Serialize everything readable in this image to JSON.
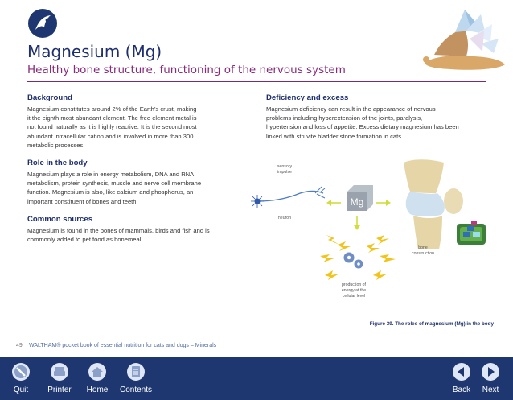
{
  "page": {
    "title": "Magnesium (Mg)",
    "subtitle": "Healthy bone structure, functioning of the nervous system"
  },
  "sections": {
    "background": {
      "heading": "Background",
      "lines": [
        "Magnesium constitutes around 2% of the Earth’s crust, making",
        "it the eighth most abundant element. The free element metal is",
        "not found naturally as it is highly reactive.  It is the second most",
        "abundant intracellular cation and is involved in more than 300",
        "metabolic processes."
      ]
    },
    "role": {
      "heading": "Role in the body",
      "lines": [
        "Magnesium plays a role in energy metabolism, DNA and RNA",
        "metabolism, protein synthesis, muscle and nerve cell membrane",
        "function.  Magnesium is also, like calcium and phosphorus, an",
        "important constituent of bones and teeth."
      ]
    },
    "sources": {
      "heading": "Common sources",
      "lines": [
        "Magnesium is found in the bones of mammals, birds and fish and is",
        "commonly added to pet food as bonemeal."
      ]
    },
    "deficiency": {
      "heading": "Deficiency and excess",
      "lines": [
        "Magnesium deficiency can result in the appearance of nervous",
        "problems including hyperextension of the joints, paralysis,",
        "hypertension and loss of appetite. Excess dietary magnesium has been",
        "linked with struvite bladder stone formation in cats."
      ]
    }
  },
  "diagram": {
    "element_symbol": "Mg",
    "labels": {
      "sensory_1": "sensory",
      "sensory_2": "impulse",
      "neuron": "neuron",
      "bone_1": "bone",
      "bone_2": "construction",
      "energy_1": "production of",
      "energy_2": "energy at the",
      "energy_3": "cellular level"
    },
    "colors": {
      "arrow": "#d2dc3c",
      "tile": "#9aa3ad",
      "bolt": "#f2c41b",
      "accent": "#7a2b72"
    }
  },
  "figure_caption": "Figure 39. The roles of magnesium (Mg) in the body",
  "footer": {
    "page_number": "49",
    "book_title": "WALTHAM® pocket book of essential nutrition for cats and dogs – Minerals"
  },
  "nav": {
    "quit": "Quit",
    "printer": "Printer",
    "home": "Home",
    "contents": "Contents",
    "back": "Back",
    "next": "Next"
  },
  "icons": {
    "quit": "no-entry-icon",
    "printer": "printer-icon",
    "home": "home-icon",
    "contents": "contents-icon",
    "back": "arrow-left-icon",
    "next": "arrow-right-icon"
  }
}
